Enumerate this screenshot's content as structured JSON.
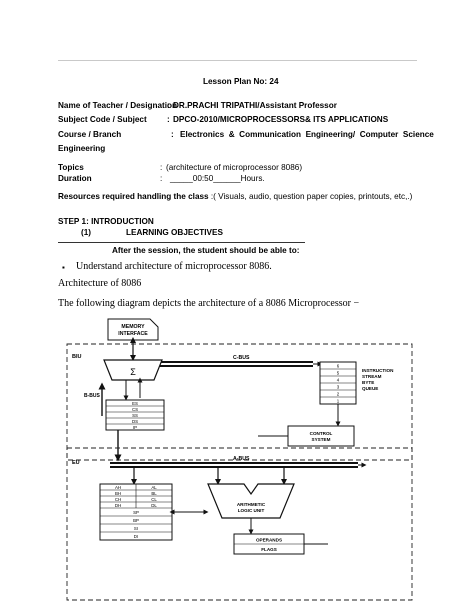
{
  "header": {
    "title": "Lesson Plan No: 24"
  },
  "fields": [
    {
      "label": "Name of Teacher / Designation",
      "sep": ":",
      "value": "DR.PRACHI TRIPATHI/Assistant Professor"
    },
    {
      "label": "Subject Code / Subject",
      "sep": ":",
      "value": "DPCO-2010/MICROPROCESSORS& ITS APPLICATIONS"
    },
    {
      "label": "Course / Branch",
      "sep": ":",
      "value": "Electronics  &  Communication  Engineering/  Computer  Science",
      "continuation": "Engineering"
    },
    {
      "label": "Topics",
      "sep": ":",
      "value": "(architecture of microprocessor 8086)"
    },
    {
      "label": "Duration",
      "sep": ":",
      "value": "_____00:50______Hours."
    }
  ],
  "resources": {
    "label": "Resources required handling the class",
    "value": ":( Visuals, audio, question paper copies, printouts, etc,.)"
  },
  "step1": {
    "heading": "STEP 1: INTRODUCTION",
    "number": "(1)",
    "subheading": "LEARNING OBJECTIVES",
    "lead": "After the session, the student should be able to:",
    "bullet_marker": "▪",
    "bullet": "Understand architecture of microprocessor 8086."
  },
  "section_title": "Architecture of 8086",
  "diagram_intro": "The following diagram depicts the architecture of a 8086 Microprocessor −",
  "diagram": {
    "memory_interface": [
      "MEMORY",
      "INTERFACE"
    ],
    "biu": "BIU",
    "eu": "EU",
    "c_bus": "C-BUS",
    "b_bus": "B-BUS",
    "a_bus": "A-BUS",
    "adder": "Σ",
    "segment_registers": [
      "ES",
      "CS",
      "SS",
      "DS",
      "IP"
    ],
    "queue_numbers": [
      "6",
      "5",
      "4",
      "3",
      "2",
      "1"
    ],
    "queue_label": [
      "INSTRUCTION",
      "STREAM",
      "BYTE",
      "QUEUE"
    ],
    "control_system": [
      "CONTROL",
      "SYSTEM"
    ],
    "registers": [
      [
        "AH",
        "AL"
      ],
      [
        "BH",
        "BL"
      ],
      [
        "CH",
        "CL"
      ],
      [
        "DH",
        "DL"
      ]
    ],
    "pointer_registers": [
      "SP",
      "BP",
      "SI",
      "DI"
    ],
    "alu": [
      "ARITHMETIC",
      "LOGIC UNIT"
    ],
    "operands": "OPERANDS",
    "flags": "FLAGS"
  }
}
